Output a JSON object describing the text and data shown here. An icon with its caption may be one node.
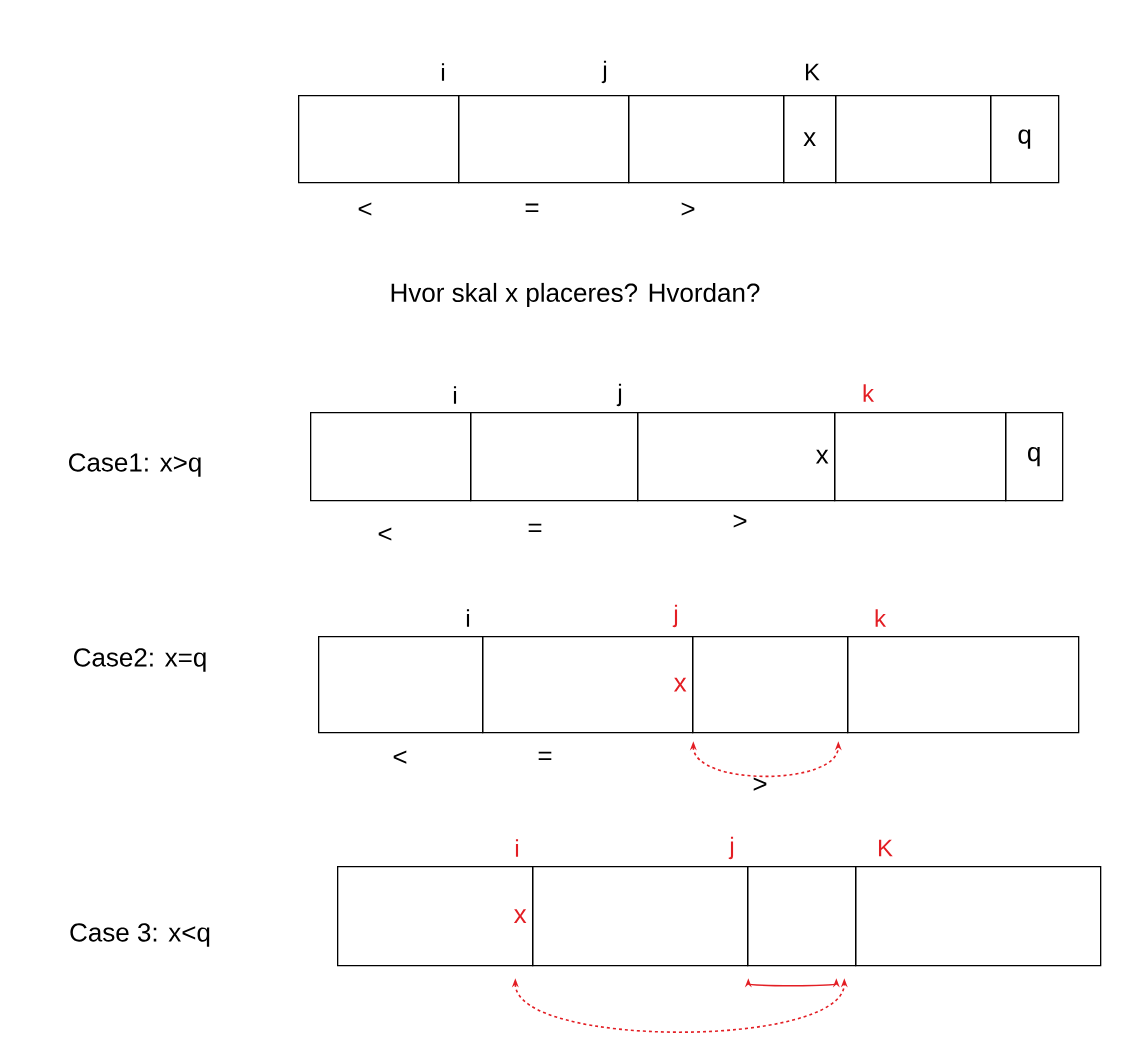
{
  "diagram": {
    "nodes": [
      {
        "text": [],
        "shape": "box"
      },
      {
        "text": [],
        "shape": "box"
      },
      {
        "text": [],
        "shape": "box"
      },
      {
        "text": [
          "x"
        ]
      },
      {
        "text": [],
        "shape": "box"
      },
      {
        "text": [
          "q"
        ]
      },
      {
        "text": [],
        "shape": "box"
      },
      {
        "text": [],
        "shape": "box"
      },
      {
        "text": [
          "x"
        ]
      },
      {
        "text": [],
        "shape": "box"
      },
      {
        "text": [
          "q"
        ]
      },
      {
        "text": [],
        "shape": "box"
      },
      {
        "text": [
          "x"
        ]
      },
      {
        "text": [],
        "shape": "box"
      },
      {
        "text": [],
        "shape": "box"
      },
      {
        "text": [
          "x"
        ]
      },
      {
        "text": [],
        "shape": "box"
      },
      {
        "text": [],
        "shape": "box"
      },
      {
        "text": [],
        "shape": "box"
      }
    ],
    "edges": [
      {
        "from": 12,
        "to": 13,
        "arrow": "both",
        "style": "dashed"
      },
      {
        "from": 15,
        "to": 17,
        "arrow": "both",
        "style": "dashed"
      },
      {
        "from": 16,
        "to": 17,
        "arrow": "both"
      }
    ],
    "labels": [
      "i",
      "j",
      "K",
      "<",
      "=",
      ">",
      "Hvor skal x placeres? Hvordan?",
      "i",
      "j",
      "k",
      "Case1: x>q",
      "<",
      "=",
      ">",
      "i",
      "j",
      "k",
      "Case2: x=q",
      "<",
      "=",
      ">",
      "i",
      "j",
      "K",
      "Case 3: x<q"
    ]
  }
}
